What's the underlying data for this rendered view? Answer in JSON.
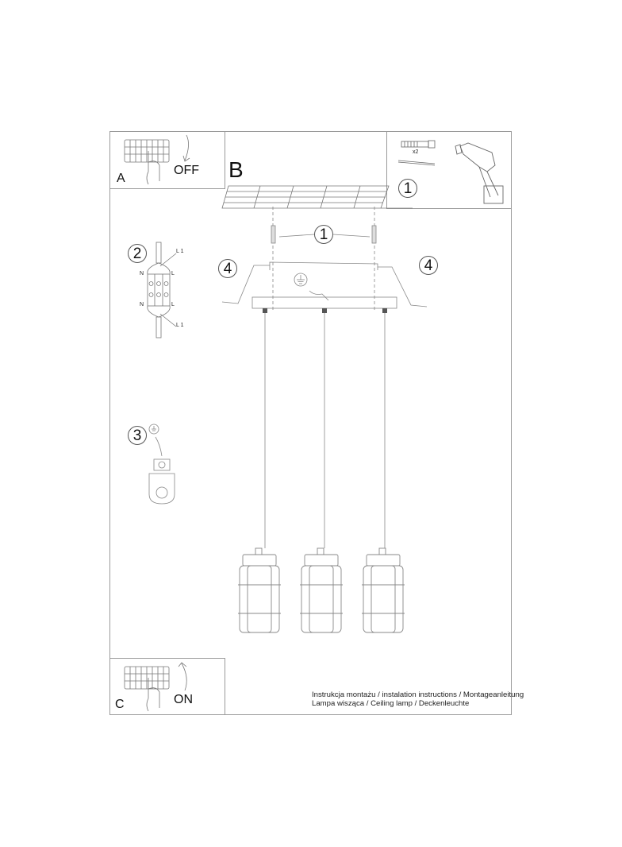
{
  "document": {
    "type": "installation instructions sheet"
  },
  "panels": {
    "a": {
      "letter": "A",
      "switch_label": "OFF"
    },
    "b": {
      "letter": "B"
    },
    "c": {
      "letter": "C",
      "switch_label": "ON"
    },
    "tools": {
      "step": "1",
      "quantity": "x2"
    }
  },
  "steps": {
    "step1": "1",
    "step2": "2",
    "step3": "3",
    "step4_left": "4",
    "step4_right": "4"
  },
  "wiring": {
    "l1_top": "L 1",
    "l1_bottom": "L 1",
    "n_top": "N",
    "n_bottom": "N",
    "l_top": "L",
    "l_bottom": "L"
  },
  "caption": {
    "line1": "Instrukcja montażu / instalation instructions / Montageanleitung",
    "line2": "Lampa wisząca / Ceiling lamp / Deckenleuchte"
  },
  "colors": {
    "line": "#8a8a8a",
    "frame": "#9a9a9a",
    "text": "#111111"
  }
}
